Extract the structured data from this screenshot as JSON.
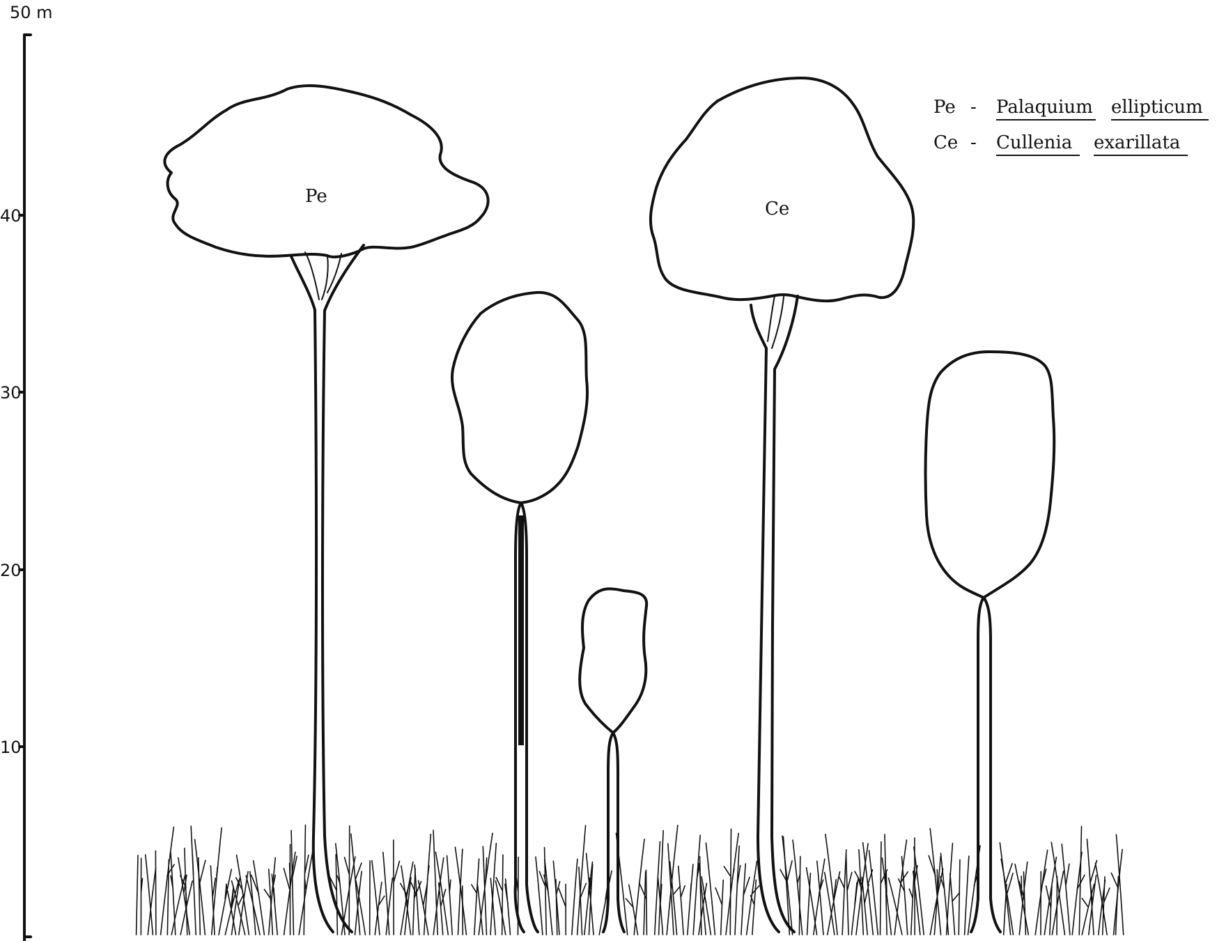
{
  "scale": {
    "unit_label": "50 m",
    "ticks": [
      "40",
      "30",
      "20",
      "10"
    ]
  },
  "trees": [
    {
      "id": "palaquium",
      "label": "Pe"
    },
    {
      "id": "understory-1",
      "label": ""
    },
    {
      "id": "understory-2",
      "label": ""
    },
    {
      "id": "cullenia",
      "label": "Ce"
    },
    {
      "id": "understory-3",
      "label": ""
    }
  ],
  "legend": {
    "items": [
      {
        "code": "Pe",
        "dash": "-",
        "genus": "Palaquium",
        "species": "ellipticum"
      },
      {
        "code": "Ce",
        "dash": "-",
        "genus": "Cullenia",
        "species": "exarillata"
      }
    ]
  }
}
